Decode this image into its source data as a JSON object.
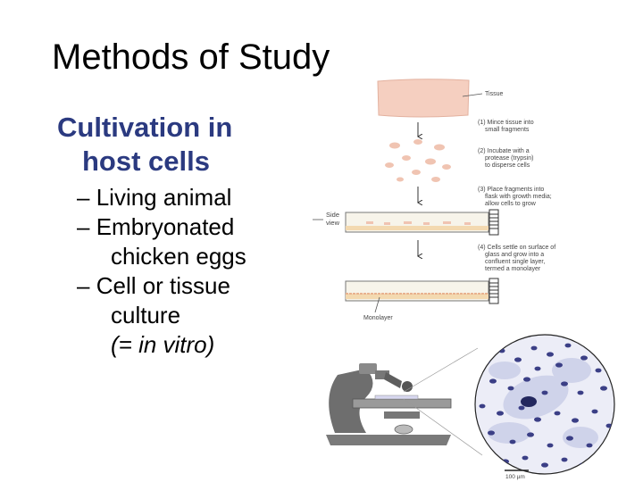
{
  "slide": {
    "title": "Methods of Study",
    "heading_line1": "Cultivation in",
    "heading_line2": "host cells",
    "bullets": [
      {
        "dash": "–",
        "text": "Living animal"
      },
      {
        "dash": "–",
        "text": "Embryonated"
      },
      {
        "cont": "chicken eggs"
      },
      {
        "dash": "–",
        "text": "Cell or tissue"
      },
      {
        "cont": "culture"
      },
      {
        "cont": "(= in vitro)"
      }
    ]
  },
  "figure": {
    "tissue_label": "Tissue",
    "steps": [
      [
        "(1) Mince tissue into",
        "small fragments"
      ],
      [
        "(2) Incubate with a",
        "protease (trypsin)",
        "to disperse cells"
      ],
      [
        "(3) Place fragments into",
        "flask with growth media;",
        "allow cells to grow"
      ],
      [
        "(4) Cells settle on surface of",
        "glass and grow into a",
        "confluent single layer,",
        "termed a monolayer"
      ]
    ],
    "side_view_line1": "Side",
    "side_view_line2": "view",
    "monolayer_label": "Monolayer",
    "scale_label": "100 µm",
    "colors": {
      "tissue": "#f5cfc0",
      "fragment": "#f0c4b2",
      "stain_dark": "#3b3f86",
      "stain_light": "#c9cce6",
      "microscope": "#6e6e6e"
    }
  }
}
